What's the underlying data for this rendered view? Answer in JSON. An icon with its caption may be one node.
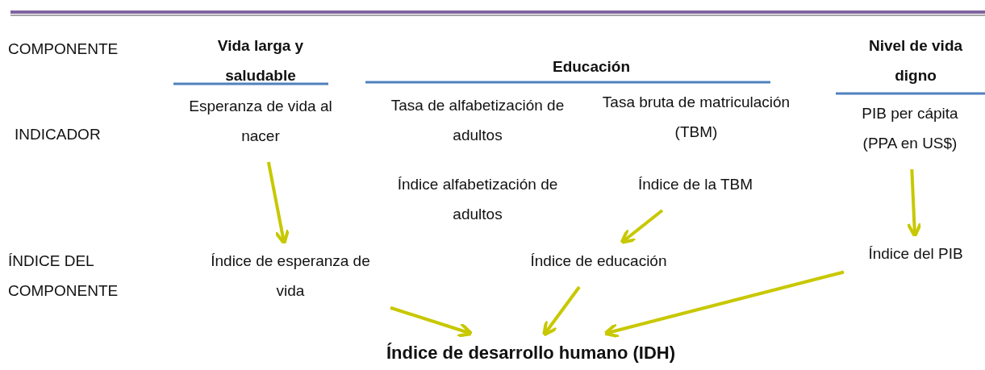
{
  "diagram": {
    "nodes": [
      {
        "text": [
          "Esperanza de vida al nacer"
        ]
      },
      {
        "text": [
          "PIB per cápita (PPA en US$)"
        ]
      },
      {
        "text": [
          "Índice de la TBM"
        ]
      },
      {
        "text": [
          "Índice de esperanza de vida"
        ]
      },
      {
        "text": [
          "Índice de educación"
        ]
      },
      {
        "text": [
          "Índice del PIB"
        ]
      },
      {
        "text": [
          "Índice de desarrollo humano (IDH)"
        ]
      }
    ],
    "edges": [
      {
        "from": 0,
        "to": 3,
        "arrow": "to"
      },
      {
        "from": 1,
        "to": 5,
        "arrow": "to"
      },
      {
        "from": 2,
        "to": 4,
        "arrow": "to"
      },
      {
        "from": 3,
        "to": 6,
        "arrow": "to"
      },
      {
        "from": 4,
        "to": 6,
        "arrow": "to"
      },
      {
        "from": 5,
        "to": 6,
        "arrow": "to"
      }
    ],
    "labels": [
      "COMPONENTE",
      "Vida larga y saludable",
      "Educación",
      "Nivel de vida digno",
      "Tasa de alfabetización de adultos",
      "Tasa bruta de matriculación (TBM)",
      "INDICADOR",
      "Índice alfabetización de adultos",
      "ÍNDICE DEL COMPONENTE"
    ]
  }
}
